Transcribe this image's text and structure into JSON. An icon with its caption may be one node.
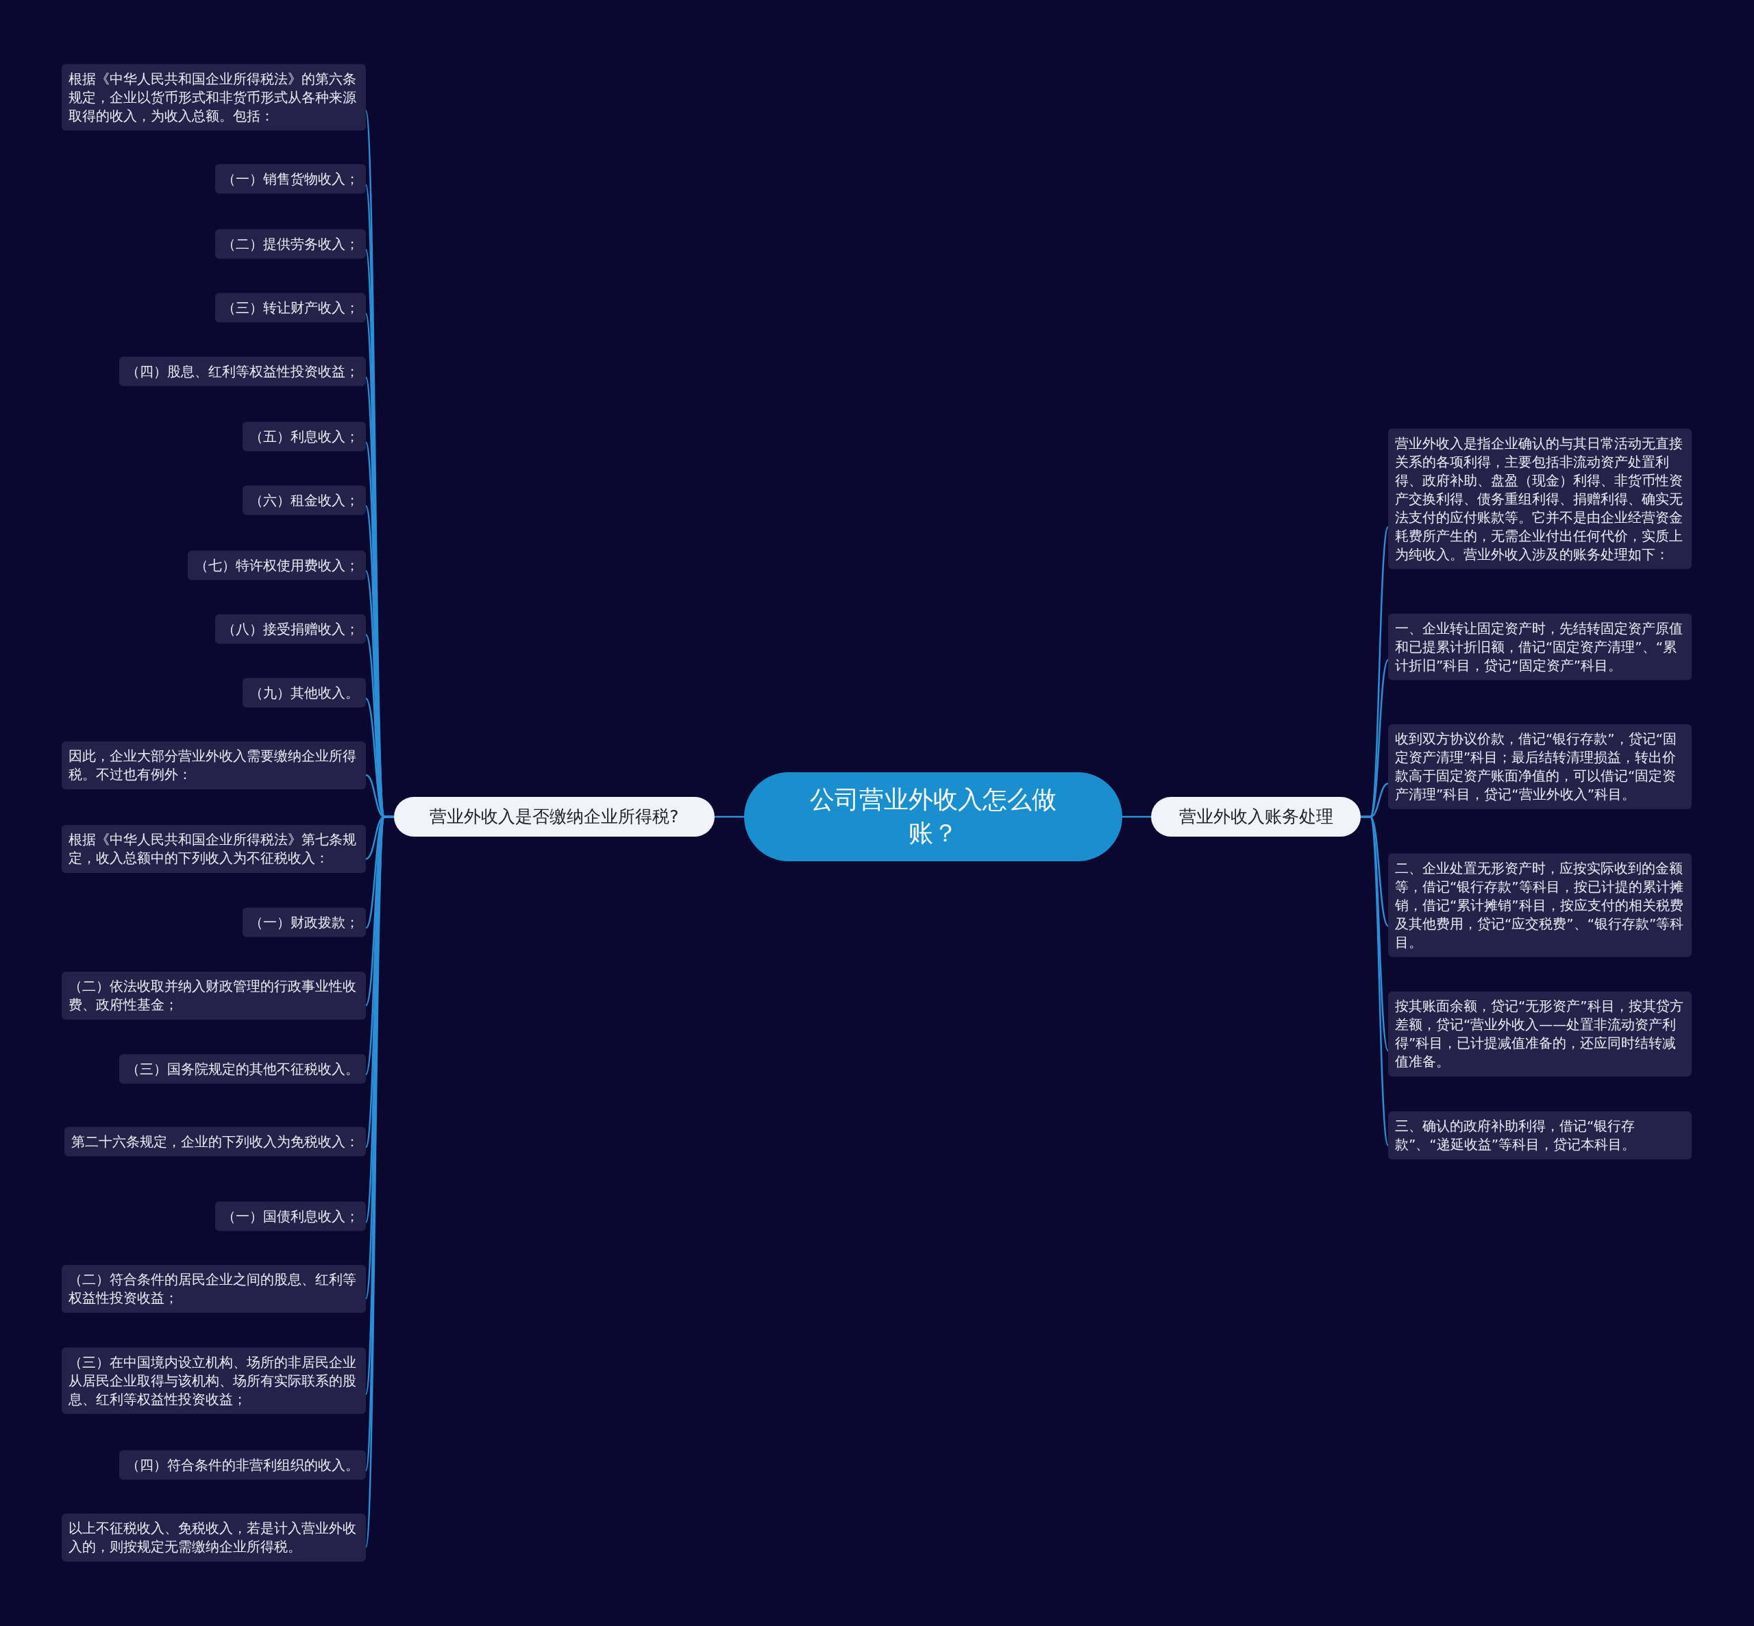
{
  "diagram": {
    "nodes": [
      {
        "text": [
          "公司营业外收入怎么做账？"
        ]
      },
      {
        "text": [
          "营业外收入是否缴纳企业所得税?"
        ]
      },
      {
        "text": [
          "根据《中华人民共和国企业所得税法》的第六条规定，企业以货币形式和非货币形式从各种来源取得的收入，为收入总额。包括："
        ]
      },
      {
        "text": [
          "（一）销售货物收入；"
        ]
      },
      {
        "text": [
          "（二）提供劳务收入；"
        ]
      },
      {
        "text": [
          "（三）转让财产收入；"
        ]
      },
      {
        "text": [
          "（四）股息、红利等权益性投资收益；"
        ]
      },
      {
        "text": [
          "（五）利息收入；"
        ]
      },
      {
        "text": [
          "（六）租金收入；"
        ]
      },
      {
        "text": [
          "（七）特许权使用费收入；"
        ]
      },
      {
        "text": [
          "（八）接受捐赠收入；"
        ]
      },
      {
        "text": [
          "（九）其他收入。"
        ]
      },
      {
        "text": [
          "因此，企业大部分营业外收入需要缴纳企业所得税。不过也有例外："
        ]
      },
      {
        "text": [
          "根据《中华人民共和国企业所得税法》第七条规定，收入总额中的下列收入为不征税收入："
        ]
      },
      {
        "text": [
          "（一）财政拨款；"
        ]
      },
      {
        "text": [
          "（二）依法收取并纳入财政管理的行政事业性收费、政府性基金；"
        ]
      },
      {
        "text": [
          "（三）国务院规定的其他不征税收入。"
        ]
      },
      {
        "text": [
          "第二十六条规定，企业的下列收入为免税收入："
        ]
      },
      {
        "text": [
          "（一）国债利息收入；"
        ]
      },
      {
        "text": [
          "（二）符合条件的居民企业之间的股息、红利等权益性投资收益；"
        ]
      },
      {
        "text": [
          "（三）在中国境内设立机构、场所的非居民企业从居民企业取得与该机构、场所有实际联系的股息、红利等权益性投资收益；"
        ]
      },
      {
        "text": [
          "（四）符合条件的非营利组织的收入。"
        ]
      },
      {
        "text": [
          "以上不征税收入、免税收入，若是计入营业外收入的，则按规定无需缴纳企业所得税。"
        ]
      },
      {
        "text": [
          "营业外收入账务处理"
        ]
      },
      {
        "text": [
          "营业外收入是指企业确认的与其日常活动无直接关系的各项利得，主要包括非流动资产处置利得、政府补助、盘盈（现金）利得、非货币性资产交换利得、债务重组利得、捐赠利得、确实无法支付的应付账款等。它并不是由企业经营资金耗费所产生的，无需企业付出任何代价，实质上为纯收入。营业外收入涉及的账务处理如下："
        ]
      },
      {
        "text": [
          "一、企业转让固定资产时，先结转固定资产原值和已提累计折旧额，借记“固定资产清理”、“累计折旧”科目，贷记“固定资产”科目。"
        ]
      },
      {
        "text": [
          "收到双方协议价款，借记“银行存款”，贷记“固定资产清理”科目；最后结转清理损益，转出价款高于固定资产账面净值的，可以借记“固定资产清理”科目，贷记“营业外收入”科目。"
        ]
      },
      {
        "text": [
          "二、企业处置无形资产时，应按实际收到的金额等，借记“银行存款”等科目，按已计提的累计摊销，借记“累计摊销”科目，按应支付的相关税费及其他费用，贷记“应交税费”、“银行存款”等科目。"
        ]
      },
      {
        "text": [
          "按其账面余额，贷记“无形资产”科目，按其贷方差额，贷记“营业外收入——处置非流动资产利得”科目，已计提减值准备的，还应同时结转减值准备。"
        ]
      },
      {
        "text": [
          "三、确认的政府补助利得，借记“银行存款”、“递延收益”等科目，贷记本科目。"
        ]
      }
    ],
    "edges": [
      {
        "from": 0,
        "to": 1,
        "arrow": "none"
      },
      {
        "from": 1,
        "to": 2,
        "arrow": "none"
      },
      {
        "from": 1,
        "to": 3,
        "arrow": "none"
      },
      {
        "from": 1,
        "to": 4,
        "arrow": "none"
      },
      {
        "from": 1,
        "to": 5,
        "arrow": "none"
      },
      {
        "from": 1,
        "to": 6,
        "arrow": "none"
      },
      {
        "from": 1,
        "to": 7,
        "arrow": "none"
      },
      {
        "from": 1,
        "to": 8,
        "arrow": "none"
      },
      {
        "from": 1,
        "to": 9,
        "arrow": "none"
      },
      {
        "from": 1,
        "to": 10,
        "arrow": "none"
      },
      {
        "from": 1,
        "to": 11,
        "arrow": "none"
      },
      {
        "from": 1,
        "to": 12,
        "arrow": "none"
      },
      {
        "from": 1,
        "to": 13,
        "arrow": "none"
      },
      {
        "from": 1,
        "to": 14,
        "arrow": "none"
      },
      {
        "from": 1,
        "to": 15,
        "arrow": "none"
      },
      {
        "from": 1,
        "to": 16,
        "arrow": "none"
      },
      {
        "from": 1,
        "to": 17,
        "arrow": "none"
      },
      {
        "from": 1,
        "to": 18,
        "arrow": "none"
      },
      {
        "from": 1,
        "to": 19,
        "arrow": "none"
      },
      {
        "from": 1,
        "to": 20,
        "arrow": "none"
      },
      {
        "from": 1,
        "to": 21,
        "arrow": "none"
      },
      {
        "from": 1,
        "to": 22,
        "arrow": "none"
      },
      {
        "from": 0,
        "to": 23,
        "arrow": "none"
      },
      {
        "from": 23,
        "to": 24,
        "arrow": "none"
      },
      {
        "from": 23,
        "to": 25,
        "arrow": "none"
      },
      {
        "from": 23,
        "to": 26,
        "arrow": "none"
      },
      {
        "from": 23,
        "to": 27,
        "arrow": "none"
      },
      {
        "from": 23,
        "to": 28,
        "arrow": "none"
      },
      {
        "from": 23,
        "to": 29,
        "arrow": "none"
      }
    ]
  }
}
